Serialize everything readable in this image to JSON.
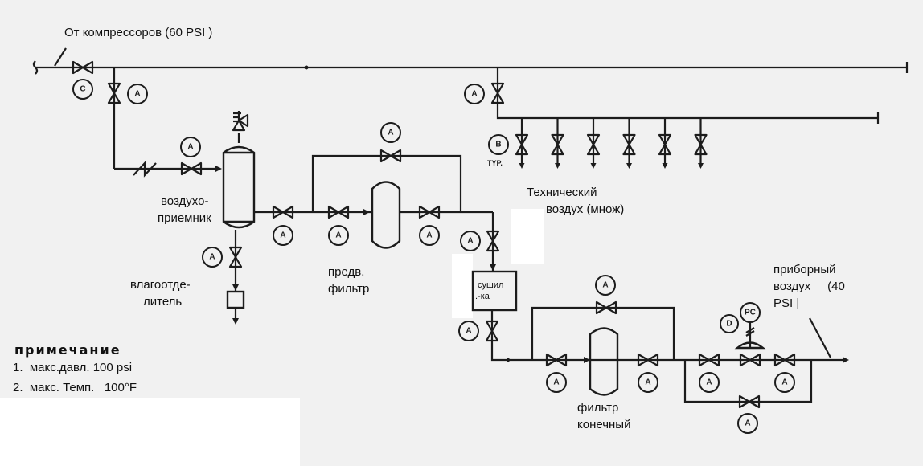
{
  "diagram": {
    "title_source": "От компрессоров (60 PSI )",
    "labels": {
      "receiver_line1": "воздухо-",
      "receiver_line2": "приемник",
      "separator_line1": "влагоотде-",
      "separator_line2": "литель",
      "prefilter_line1": "предв.",
      "prefilter_line2": "фильтр",
      "dryer_line1": "сушил",
      "dryer_line2": ".-ка",
      "tech_air_line1": "Технический",
      "tech_air_line2": "воздух (множ)",
      "final_filter_line1": "фильтр",
      "final_filter_line2": "конечный",
      "instrument_air_line1": "приборный",
      "instrument_air_line2": "воздух     (40",
      "instrument_air_line3": "PSI |"
    },
    "tags": {
      "A": "A",
      "B": "B",
      "C": "C",
      "D": "D",
      "PC": "PC",
      "typ": "TYP."
    },
    "outlet_count": 6
  },
  "notes": {
    "title": "примечание",
    "items": [
      "1.  макс.давл. 100 psi",
      "2.  макс. Темп.   100°F"
    ]
  }
}
